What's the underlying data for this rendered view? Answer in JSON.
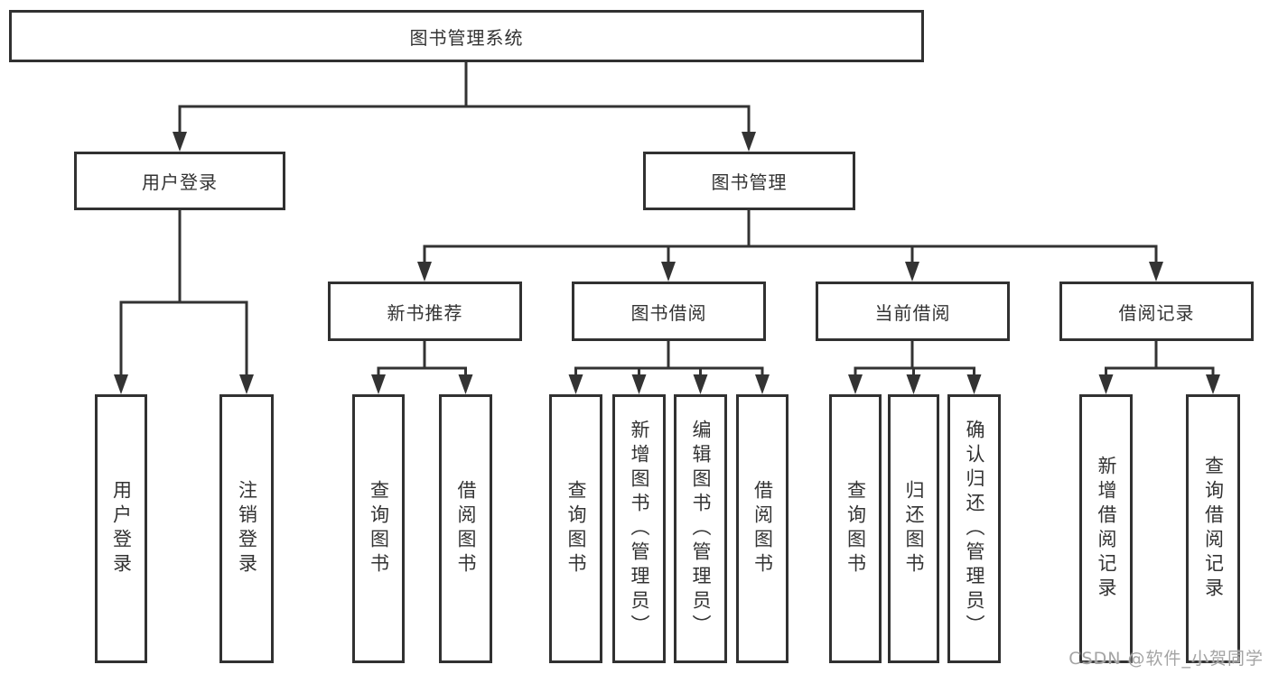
{
  "tree": {
    "root": {
      "label": "图书管理系统"
    },
    "branches": [
      {
        "label": "用户登录"
      },
      {
        "label": "图书管理"
      }
    ],
    "modules": [
      {
        "label": "新书推荐",
        "parent": "图书管理"
      },
      {
        "label": "图书借阅",
        "parent": "图书管理"
      },
      {
        "label": "当前借阅",
        "parent": "图书管理"
      },
      {
        "label": "借阅记录",
        "parent": "图书管理"
      }
    ],
    "leaves": [
      {
        "label": "用户登录",
        "parent": "用户登录"
      },
      {
        "label": "注销登录",
        "parent": "用户登录"
      },
      {
        "label": "查询图书",
        "parent": "新书推荐"
      },
      {
        "label": "借阅图书",
        "parent": "新书推荐"
      },
      {
        "label": "查询图书",
        "parent": "图书借阅"
      },
      {
        "label": "新增图书（管理员）",
        "parent": "图书借阅"
      },
      {
        "label": "编辑图书（管理员）",
        "parent": "图书借阅"
      },
      {
        "label": "借阅图书",
        "parent": "图书借阅"
      },
      {
        "label": "查询图书",
        "parent": "当前借阅"
      },
      {
        "label": "归还图书",
        "parent": "当前借阅"
      },
      {
        "label": "确认归还（管理员）",
        "parent": "当前借阅"
      },
      {
        "label": "新增借阅记录",
        "parent": "借阅记录"
      },
      {
        "label": "查询借阅记录",
        "parent": "借阅记录"
      }
    ]
  },
  "watermark": "CSDN @软件_小贺同学",
  "colors": {
    "line": "#333333",
    "box_border": "#313131",
    "text": "#333333",
    "watermark": "#a4a4a4",
    "background": "#ffffff"
  }
}
